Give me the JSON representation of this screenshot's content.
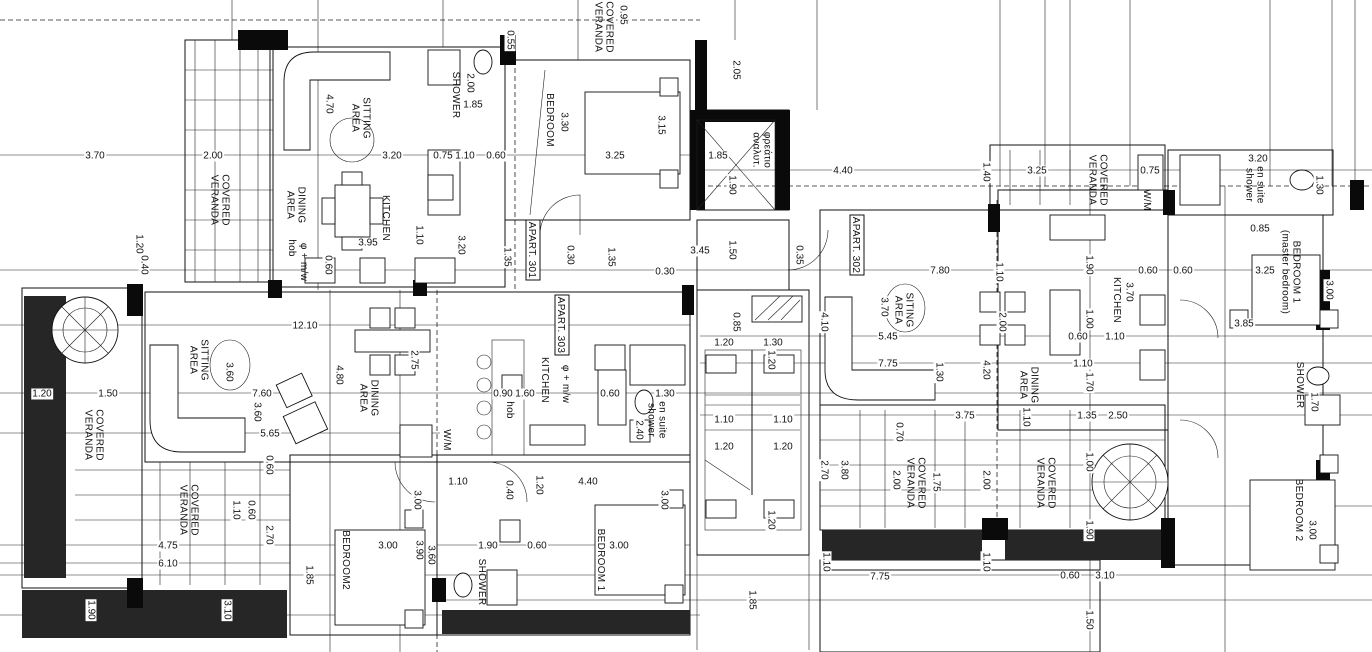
{
  "title": "Floor plan - Apartments 301, 302, 303",
  "apartments": [
    "APART. 301",
    "APART. 302",
    "APART. 303"
  ],
  "room_labels": [
    {
      "lines": [
        "SITTING",
        "AREA"
      ]
    },
    {
      "lines": [
        "DINING",
        "AREA"
      ]
    },
    {
      "lines": [
        "KITCHEN"
      ]
    },
    {
      "lines": [
        "COVERED",
        "VERANDA"
      ]
    },
    {
      "lines": [
        "SHOWER"
      ]
    },
    {
      "lines": [
        "BEDROOM"
      ]
    },
    {
      "lines": [
        "COVERED",
        "VERANDA"
      ]
    },
    {
      "lines": [
        "φρεάτιο",
        "αναλυτ."
      ]
    },
    {
      "lines": [
        "COVERED",
        "VERANDA"
      ]
    },
    {
      "lines": [
        "W/M"
      ]
    },
    {
      "lines": [
        "en suite",
        "shower"
      ]
    },
    {
      "lines": [
        "BEDROOM 1",
        "(master bedroom)"
      ]
    },
    {
      "lines": [
        "SITING",
        "AREA"
      ]
    },
    {
      "lines": [
        "KITCHEN"
      ]
    },
    {
      "lines": [
        "DINING",
        "AREA"
      ]
    },
    {
      "lines": [
        "SHOWER"
      ]
    },
    {
      "lines": [
        "BEDROOM 2"
      ]
    },
    {
      "lines": [
        "COVERED",
        "VERANDA"
      ]
    },
    {
      "lines": [
        "COVERED",
        "VERANDA"
      ]
    },
    {
      "lines": [
        "SITTING",
        "AREA"
      ]
    },
    {
      "lines": [
        "DINING",
        "AREA"
      ]
    },
    {
      "lines": [
        "COVERED",
        "VERANDA"
      ]
    },
    {
      "lines": [
        "COVERED",
        "VERANDA"
      ]
    },
    {
      "lines": [
        "BEDROOM2"
      ]
    },
    {
      "lines": [
        "KITCHEN"
      ]
    },
    {
      "lines": [
        "W/M"
      ]
    },
    {
      "lines": [
        "en suite",
        "shower"
      ]
    },
    {
      "lines": [
        "SHOWER"
      ]
    },
    {
      "lines": [
        "BEDROOM 1"
      ]
    },
    {
      "lines": [
        "hob"
      ]
    },
    {
      "lines": [
        "hob"
      ]
    },
    {
      "lines": [
        "φ + m/w"
      ]
    },
    {
      "lines": [
        "φ + m/w"
      ]
    }
  ],
  "dimensions": [
    "3.70",
    "2.00",
    "3.20",
    "0.75",
    "1.10",
    "0.60",
    "3.25",
    "1.85",
    "4.40",
    "3.25",
    "0.75",
    "3.20",
    "0.85",
    "7.80",
    "0.60",
    "0.60",
    "3.25",
    "3.45",
    "0.30",
    "3.95",
    "1.85",
    "12.10",
    "1.20",
    "1.50",
    "7.60",
    "0.90",
    "1.60",
    "0.60",
    "1.30",
    "5.65",
    "1.10",
    "4.40",
    "3.00",
    "1.90",
    "0.60",
    "3.00",
    "4.75",
    "6.10",
    "1.20",
    "1.30",
    "5.45",
    "0.60",
    "1.10",
    "7.75",
    "1.10",
    "1.10",
    "1.10",
    "1.20",
    "1.20",
    "3.75",
    "1.35",
    "2.50",
    "7.75",
    "0.60",
    "3.10",
    "3.85",
    "4.70",
    "2.00",
    "3.30",
    "3.15",
    "3.20",
    "1.10",
    "1.35",
    "0.30",
    "1.35",
    "0.60",
    "0.40",
    "0.55",
    "0.95",
    "2.05",
    "1.90",
    "1.50",
    "0.35",
    "1.40",
    "1.30",
    "1.90",
    "3.00",
    "3.70",
    "1.10",
    "4.10",
    "3.70",
    "2.00",
    "1.30",
    "4.20",
    "1.10",
    "1.70",
    "1.00",
    "1.70",
    "0.70",
    "2.70",
    "3.80",
    "2.00",
    "1.75",
    "2.00",
    "1.00",
    "1.90",
    "3.00",
    "1.10",
    "1.10",
    "1.85",
    "1.50",
    "0.85",
    "1.20",
    "1.20",
    "3.60",
    "2.75",
    "3.60",
    "4.80",
    "3.00",
    "2.40",
    "0.60",
    "1.10",
    "0.60",
    "2.70",
    "3.90",
    "1.85",
    "3.60",
    "3.00",
    "1.90",
    "3.10",
    "1.20",
    "1.20",
    "0.40",
    "1.10",
    "0.90"
  ]
}
